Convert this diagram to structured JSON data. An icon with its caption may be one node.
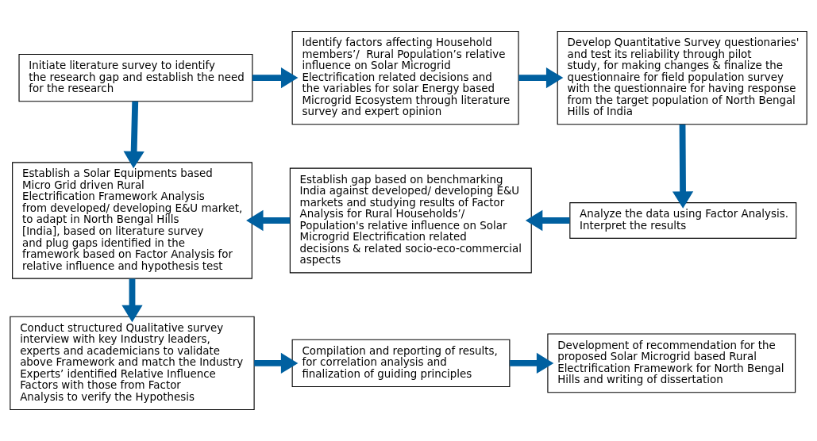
{
  "diagram": {
    "nodes": [
      {
        "text": [
          "Initiate literature survey to identify the research gap and establish the need for the research"
        ]
      },
      {
        "text": [
          "Identify factors affecting Household members’/  Rural Population’s relative influence on Solar Microgrid Electrification related decisions and the variables for solar Energy based Microgrid Ecosystem through literature survey and expert opinion"
        ]
      },
      {
        "text": [
          "Develop Quantitative Survey questionaries' and test its reliability through pilot study, for making changes & finalize the questionnaire for field population survey with the questionnaire for having response from the target population of North Bengal Hills of India"
        ]
      },
      {
        "text": [
          "Establish a Solar Equipments based Micro Grid driven Rural Electrification Framework Analysis from developed/ developing E&U market, to adapt in North Bengal Hills [India], based on literature survey and plug gaps identified in the framework based on Factor Analysis for relative influence and hypothesis test"
        ]
      },
      {
        "text": [
          "Establish gap based on benchmarking India against developed/ developing E&U markets and studying results of Factor Analysis for Rural Households’/ Population's relative influence on Solar Microgrid Electrification related decisions & related socio-eco-commercial aspects"
        ]
      },
      {
        "text": [
          "Analyze the data using Factor Analysis. Interpret the results"
        ]
      },
      {
        "text": [
          "Conduct structured Qualitative survey interview with key Industry leaders, experts and academicians to validate above Framework and match the Industry Experts’ identified Relative Influence Factors with those from Factor Analysis to verify the Hypothesis"
        ]
      },
      {
        "text": [
          "Compilation and reporting of results, for correlation analysis and finalization of guiding principles"
        ]
      },
      {
        "text": [
          "Development of recommendation for the proposed Solar Microgrid based Rural Electrification Framework for North Bengal Hills and writing of dissertation"
        ]
      }
    ],
    "edges": [
      {
        "from": 0,
        "to": 1,
        "arrow": "to"
      },
      {
        "from": 1,
        "to": 2,
        "arrow": "to"
      },
      {
        "from": 0,
        "to": 3,
        "arrow": "to"
      },
      {
        "from": 2,
        "to": 5,
        "arrow": "to"
      },
      {
        "from": 5,
        "to": 4,
        "arrow": "to"
      },
      {
        "from": 4,
        "to": 3,
        "arrow": "to"
      },
      {
        "from": 3,
        "to": 6,
        "arrow": "to"
      },
      {
        "from": 6,
        "to": 7,
        "arrow": "to"
      },
      {
        "from": 7,
        "to": 8,
        "arrow": "to"
      }
    ]
  }
}
